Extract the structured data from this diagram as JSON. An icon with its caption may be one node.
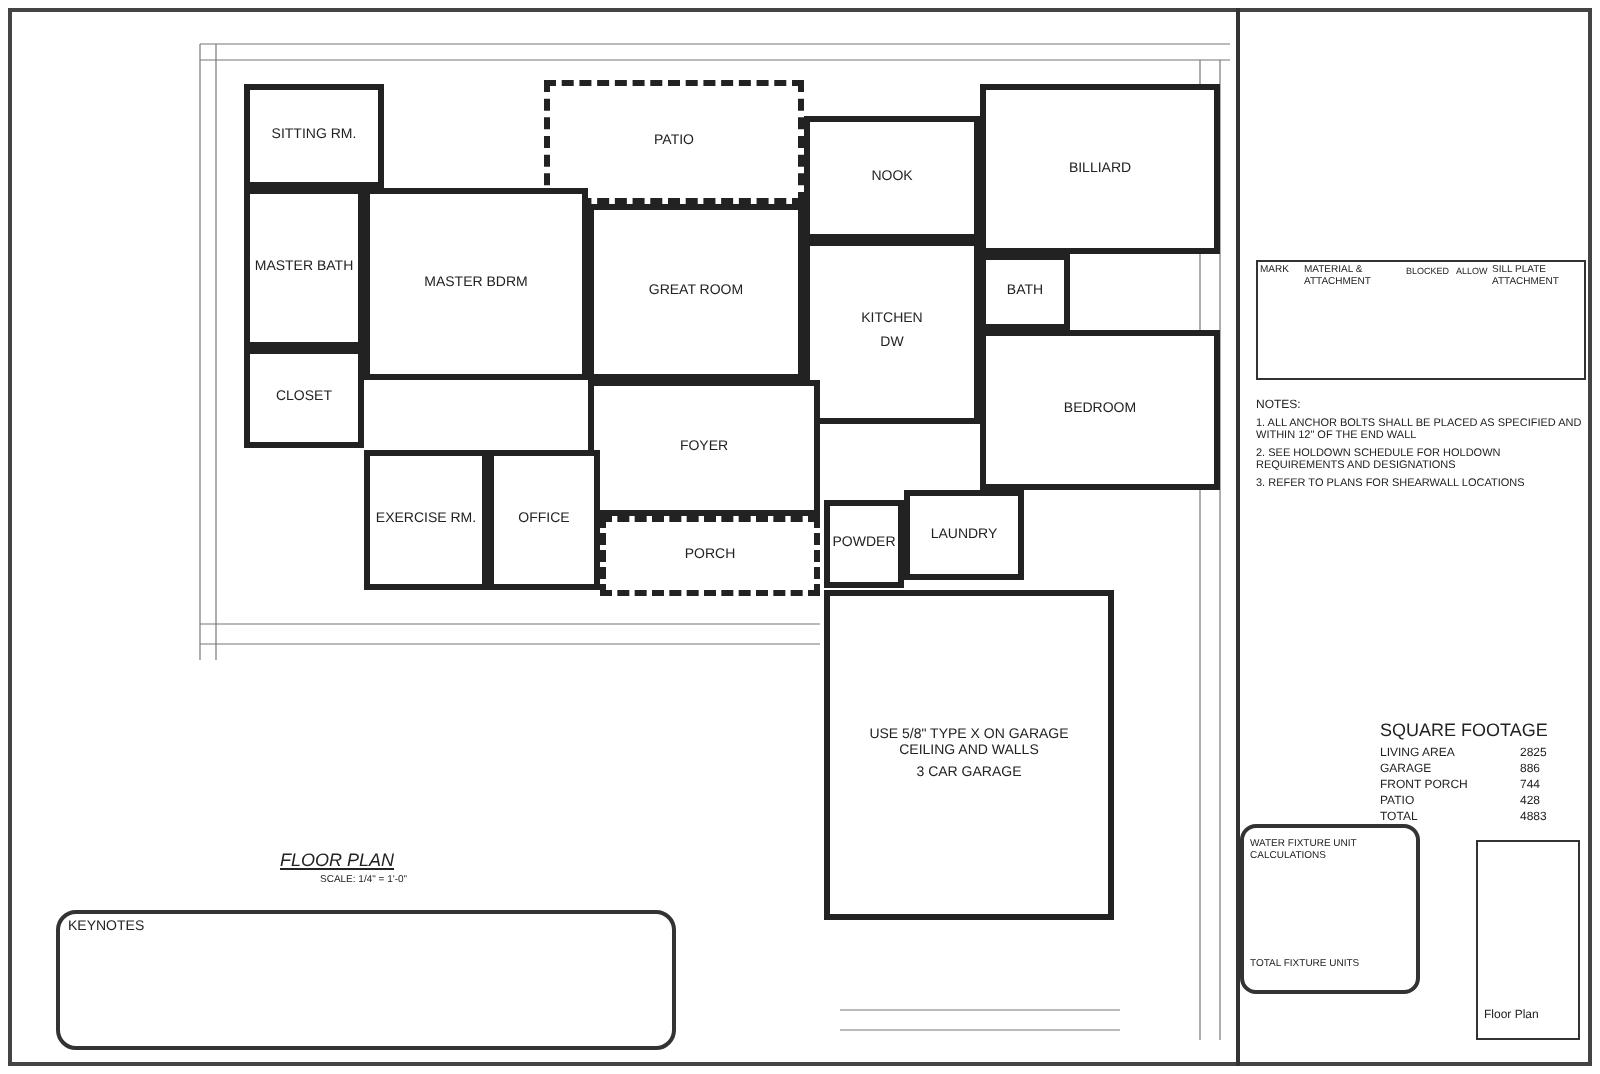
{
  "diagram": {
    "nodes": [
      {
        "text": [
          "SITTING RM."
        ]
      },
      {
        "text": [
          "PATIO"
        ]
      },
      {
        "text": [
          "NOOK"
        ]
      },
      {
        "text": [
          "BILLIARD"
        ]
      },
      {
        "text": [
          "MASTER BATH"
        ]
      },
      {
        "text": [
          "MASTER BDRM"
        ]
      },
      {
        "text": [
          "GREAT ROOM"
        ]
      },
      {
        "text": [
          "KITCHEN",
          "DW"
        ]
      },
      {
        "text": [
          "BATH"
        ]
      },
      {
        "text": [
          "CLOSET"
        ]
      },
      {
        "text": [
          "FOYER"
        ]
      },
      {
        "text": [
          "BEDROOM"
        ]
      },
      {
        "text": [
          "EXERCISE RM."
        ]
      },
      {
        "text": [
          "OFFICE"
        ]
      },
      {
        "text": [
          "PORCH"
        ]
      },
      {
        "text": [
          "POWDER"
        ]
      },
      {
        "text": [
          "LAUNDRY"
        ]
      },
      {
        "text": [
          "USE 5/8\" TYPE X ON GARAGE CEILING AND WALLS",
          "3 CAR GARAGE"
        ]
      }
    ],
    "labels": [
      "MARK",
      "MATERIAL & ATTACHMENT",
      "BLOCKED",
      "ALLOW",
      "SILL PLATE ATTACHMENT",
      "NOTES:",
      "1. ALL ANCHOR BOLTS SHALL BE PLACED AS SPECIFIED AND WITHIN 12\" OF THE END WALL",
      "2. SEE HOLDOWN SCHEDULE FOR HOLDOWN REQUIREMENTS AND DESIGNATIONS",
      "3. REFER TO PLANS FOR SHEARWALL LOCATIONS",
      "SQUARE FOOTAGE",
      "LIVING AREA",
      "2825",
      "GARAGE",
      "886",
      "FRONT PORCH",
      "744",
      "PATIO",
      "428",
      "TOTAL",
      "4883",
      "WATER FIXTURE UNIT CALCULATIONS",
      "TOTAL FIXTURE UNITS",
      "FLOOR PLAN",
      "SCALE: 1/4\" = 1'-0\"",
      "KEYNOTES",
      "Floor Plan"
    ]
  }
}
